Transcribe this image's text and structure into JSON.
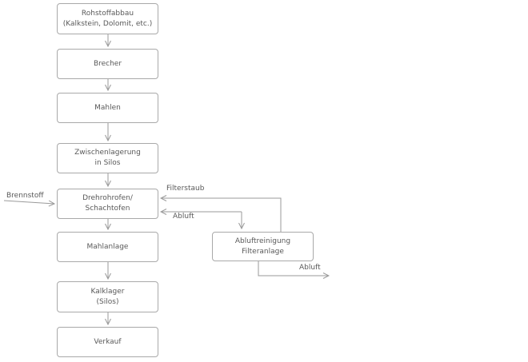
{
  "diagram": {
    "nodes": [
      {
        "id": "rohstoffabbau",
        "lines": [
          "Rohstoffabbau",
          "(Kalkstein, Dolomit, etc.)"
        ]
      },
      {
        "id": "brecher",
        "lines": [
          "Brecher"
        ]
      },
      {
        "id": "mahlen",
        "lines": [
          "Mahlen"
        ]
      },
      {
        "id": "zwischenlagerung",
        "lines": [
          "Zwischenlagerung",
          "in Silos"
        ]
      },
      {
        "id": "drehrohrofen",
        "lines": [
          "Drehrohrofen/",
          "Schachtofen"
        ]
      },
      {
        "id": "mahlanlage",
        "lines": [
          "Mahlanlage"
        ]
      },
      {
        "id": "kalklager",
        "lines": [
          "Kalklager",
          "(Silos)"
        ]
      },
      {
        "id": "verkauf",
        "lines": [
          "Verkauf"
        ]
      },
      {
        "id": "abluftreinigung",
        "lines": [
          "Abluftreinigung",
          "Filteranlage"
        ]
      }
    ],
    "edge_labels": {
      "brennstoff": "Brennstoff",
      "filterstaub": "Filterstaub",
      "abluft_to_ofen": "Abluft",
      "abluft_out": "Abluft"
    },
    "colors": {
      "line": "#9a9a9a",
      "box_border": "#a9a9a9",
      "text": "#595959",
      "background": "#ffffff"
    }
  }
}
